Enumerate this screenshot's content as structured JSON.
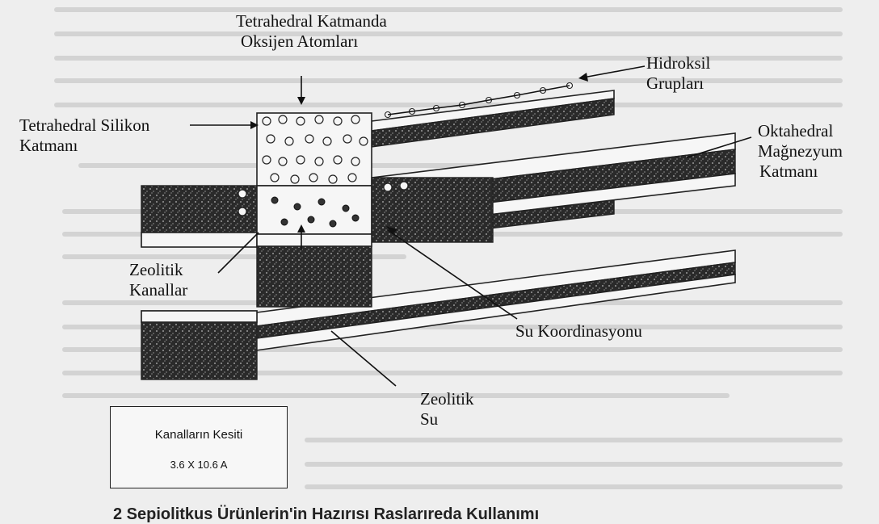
{
  "labels": {
    "tetrahedral_oxygen": [
      "Tetrahedral Katmanda",
      "Oksijen Atomları"
    ],
    "hydroxyl": [
      "Hidroksil",
      "Grupları"
    ],
    "tetrahedral_silicon": [
      "Tetrahedral  Silikon",
      "Katmanı"
    ],
    "octahedral_magnesium": [
      "Oktahedral",
      "Mağnezyum",
      "Katmanı"
    ],
    "zeolitic_channels": [
      "Zeolitik",
      "Kanallar"
    ],
    "water_coordination": "Su  Koordinasyonu",
    "zeolitic_water": [
      "Zeolitik",
      "Su"
    ]
  },
  "section_box": {
    "title": "Kanalların Kesiti",
    "dimensions": "3.6 X 10.6 A"
  },
  "caption": "2 Sepiolitkus Ürünlerin'in Hazırısı Raslarıreda Kullanımı"
}
